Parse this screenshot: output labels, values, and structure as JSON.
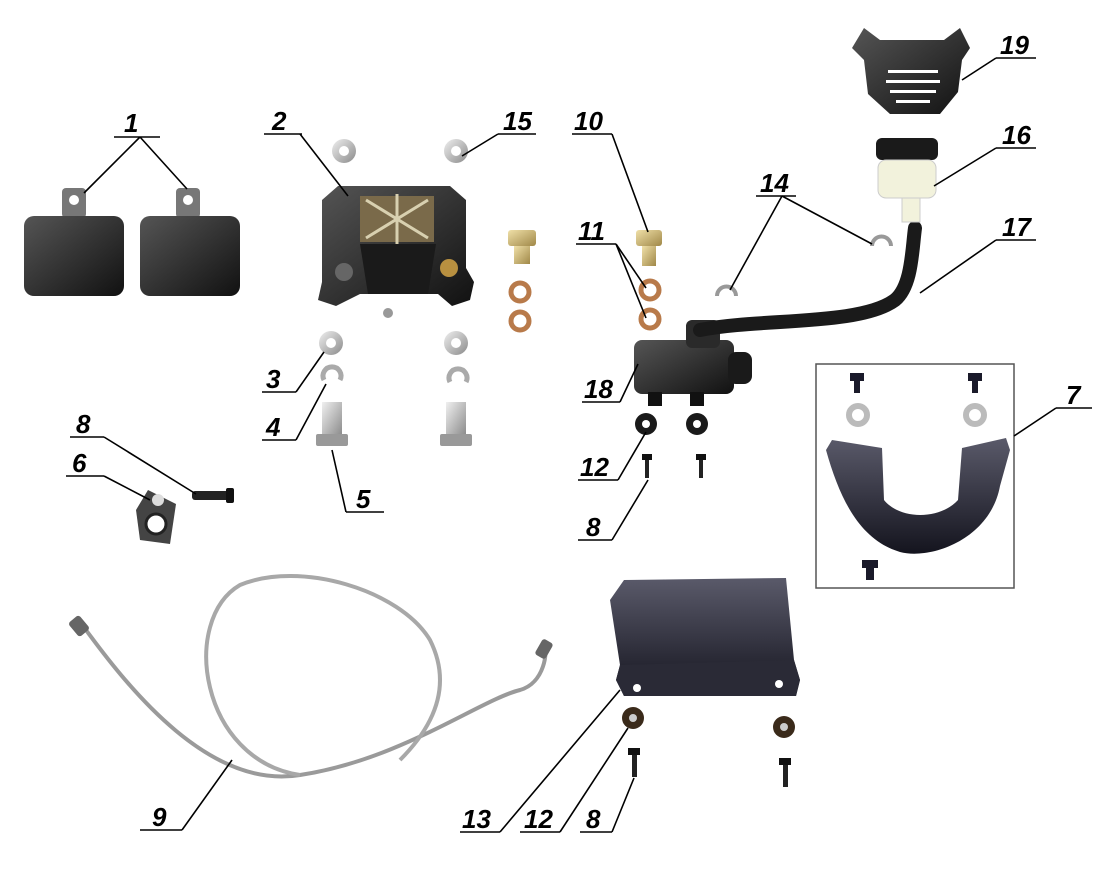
{
  "callouts": {
    "c1": "1",
    "c2": "2",
    "c3": "3",
    "c4": "4",
    "c5": "5",
    "c6": "6",
    "c7": "7",
    "c8a": "8",
    "c8b": "8",
    "c8c": "8",
    "c9": "9",
    "c10": "10",
    "c11": "11",
    "c12a": "12",
    "c12b": "12",
    "c13": "13",
    "c14": "14",
    "c15": "15",
    "c16": "16",
    "c17": "17",
    "c18": "18",
    "c19": "19"
  },
  "colors": {
    "pad": "#3a3a3a",
    "metal": "#c8c8c8",
    "copper": "#b87a4a",
    "rubber": "#222222",
    "guard": "#1d1d33",
    "reservoir": "#f2f2dc"
  }
}
